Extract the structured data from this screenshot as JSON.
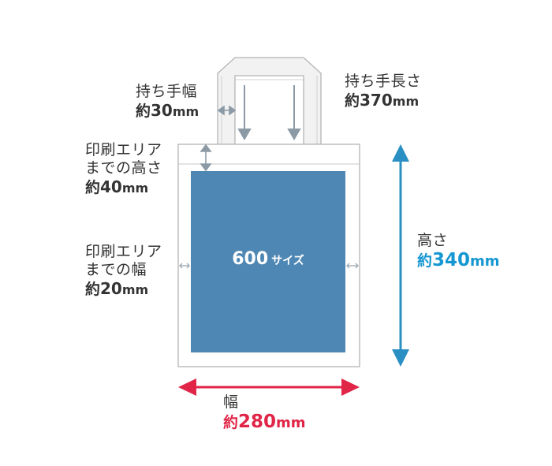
{
  "colors": {
    "bag_outline": "#b4b4b4",
    "handle_fill": "#f2f2f2",
    "print_area": "#4e87b3",
    "small_arrow": "#8c9aa6",
    "height_arrow": "#2a8fc2",
    "width_arrow": "#e02548",
    "height_text": "#1597d1",
    "width_text": "#e02548"
  },
  "print_area": {
    "size": "600",
    "suffix": "サイズ"
  },
  "handle_width": {
    "label": "持ち手幅",
    "prefix": "約",
    "value": "30",
    "unit": "mm"
  },
  "handle_length": {
    "label": "持ち手長さ",
    "prefix": "約",
    "value": "370",
    "unit": "mm"
  },
  "print_top_margin": {
    "line1": "印刷エリア",
    "line2": "までの高さ",
    "prefix": "約",
    "value": "40",
    "unit": "mm"
  },
  "print_side_margin": {
    "line1": "印刷エリア",
    "line2": "までの幅",
    "prefix": "約",
    "value": "20",
    "unit": "mm"
  },
  "bag_height": {
    "label": "高さ",
    "prefix": "約",
    "value": "340",
    "unit": "mm"
  },
  "bag_width": {
    "label": "幅",
    "prefix": "約",
    "value": "280",
    "unit": "mm"
  }
}
